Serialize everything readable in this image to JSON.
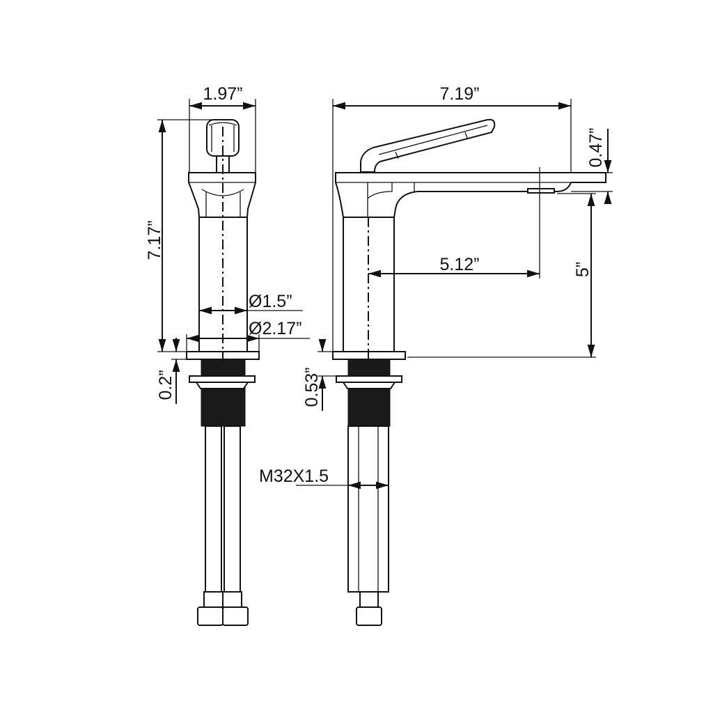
{
  "dimensions": {
    "side_width": "1.97”",
    "side_height": "7.17”",
    "body_diameter": "Ø1.5”",
    "base_diameter": "Ø2.17”",
    "base_thickness": "0.2”",
    "front_width": "7.19”",
    "spout_thickness": "0.47”",
    "spout_reach": "5.12”",
    "spout_height": "5”",
    "base_height": "0.53”",
    "thread_spec": "M32X1.5"
  }
}
